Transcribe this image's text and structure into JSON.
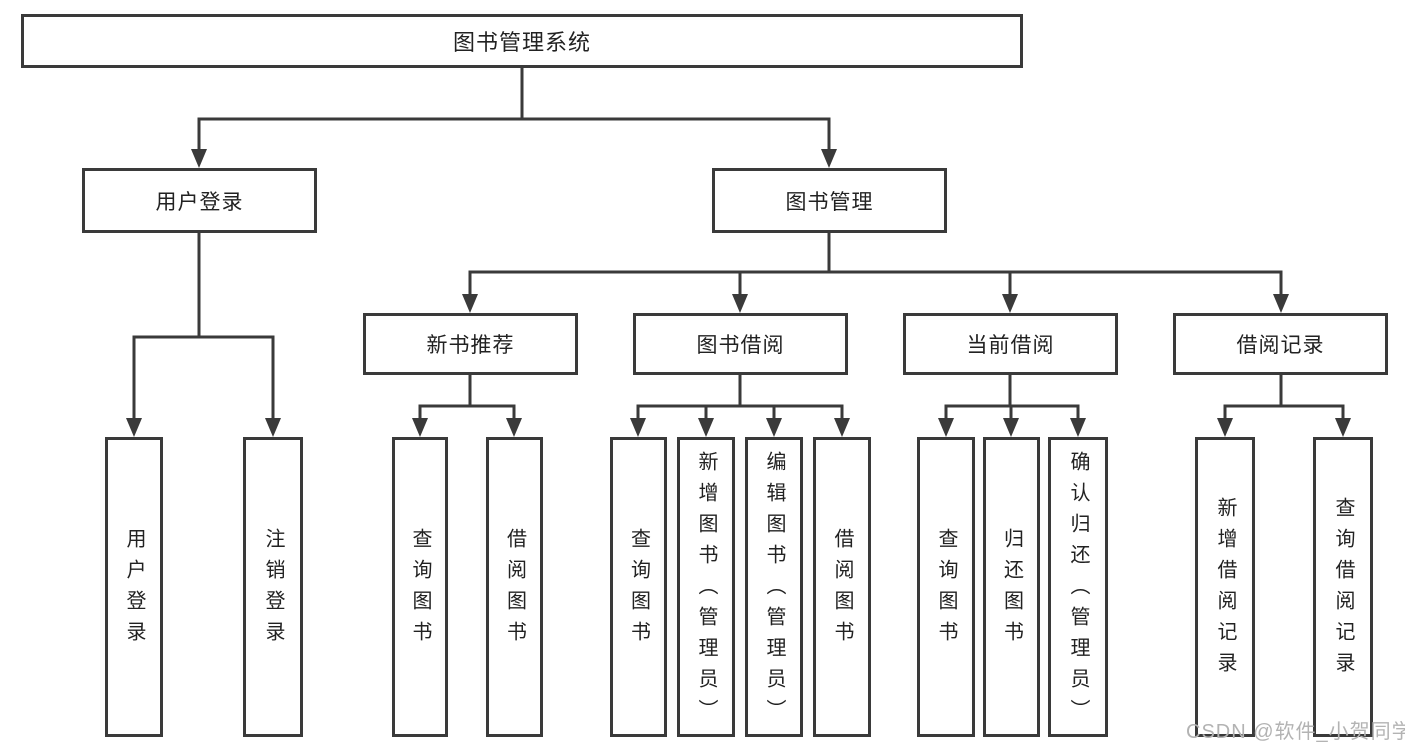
{
  "colors": {
    "line": "#3a3a3a",
    "box_background": "#ffffff",
    "text": "#222222",
    "watermark": "#b3b3b3",
    "page_background": "#ffffff"
  },
  "watermark": "CSDN @软件_小贺同学",
  "tree": {
    "root": {
      "label": "图书管理系统"
    },
    "level2": [
      {
        "label": "用户登录",
        "children": [
          {
            "label": "用户登录"
          },
          {
            "label": "注销登录"
          }
        ]
      },
      {
        "label": "图书管理",
        "children": [
          {
            "label": "新书推荐",
            "children": [
              {
                "label": "查询图书"
              },
              {
                "label": "借阅图书"
              }
            ]
          },
          {
            "label": "图书借阅",
            "children": [
              {
                "label": "查询图书"
              },
              {
                "label": "新增图书（管理员）"
              },
              {
                "label": "编辑图书（管理员）"
              },
              {
                "label": "借阅图书"
              }
            ]
          },
          {
            "label": "当前借阅",
            "children": [
              {
                "label": "查询图书"
              },
              {
                "label": "归还图书"
              },
              {
                "label": "确认归还（管理员）"
              }
            ]
          },
          {
            "label": "借阅记录",
            "children": [
              {
                "label": "新增借阅记录"
              },
              {
                "label": "查询借阅记录"
              }
            ]
          }
        ]
      }
    ]
  }
}
